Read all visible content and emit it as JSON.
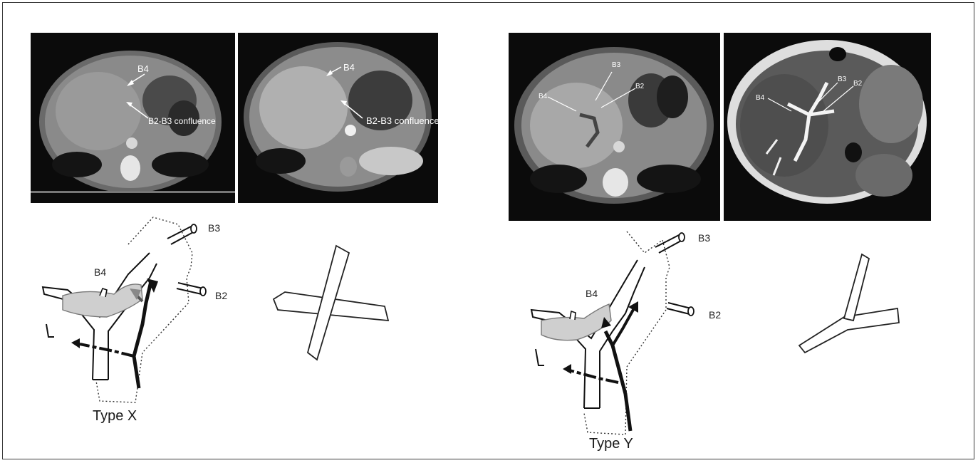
{
  "left_panel": {
    "ct_labels": {
      "b4": "B4",
      "confluence": "B2-B3 confluence"
    },
    "mr_labels": {
      "b4": "B4",
      "confluence": "B2-B3 confluence"
    },
    "diagram_labels": {
      "b3": "B3",
      "b4": "B4",
      "b2": "B2"
    },
    "caption": "Type X"
  },
  "right_panel": {
    "ct_labels": {
      "b3": "B3",
      "b2": "B2",
      "b4": "B4"
    },
    "mr_labels": {
      "b3": "B3",
      "b2": "B2",
      "b4": "B4"
    },
    "diagram_labels": {
      "b3": "B3",
      "b4": "B4",
      "b2": "B2"
    },
    "caption": "Type Y"
  }
}
